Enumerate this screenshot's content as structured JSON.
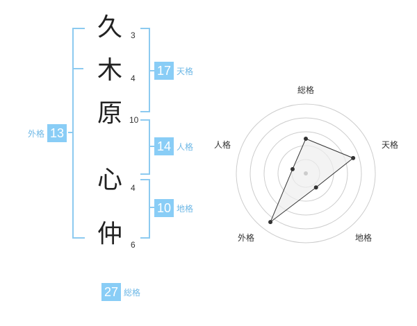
{
  "characters": [
    {
      "char": "久",
      "strokes": "3"
    },
    {
      "char": "木",
      "strokes": "4"
    },
    {
      "char": "原",
      "strokes": "10"
    },
    {
      "char": "心",
      "strokes": "4"
    },
    {
      "char": "仲",
      "strokes": "6"
    }
  ],
  "fortunes": {
    "tenkaku": {
      "label": "天格",
      "value": "17"
    },
    "jinkaku": {
      "label": "人格",
      "value": "14"
    },
    "chikaku": {
      "label": "地格",
      "value": "10"
    },
    "gaikaku": {
      "label": "外格",
      "value": "13"
    },
    "soukaku": {
      "label": "総格",
      "value": "27"
    }
  },
  "radar": {
    "axes": [
      "総格",
      "天格",
      "地格",
      "外格",
      "人格"
    ],
    "levels": 5,
    "values": [
      3,
      4.3,
      1.5,
      5.2,
      1.2
    ],
    "max": 6,
    "colors": {
      "ring": "#cccccc",
      "fill": "#eeeeee",
      "line": "#333333",
      "point": "#333333",
      "center": "#cccccc"
    }
  }
}
